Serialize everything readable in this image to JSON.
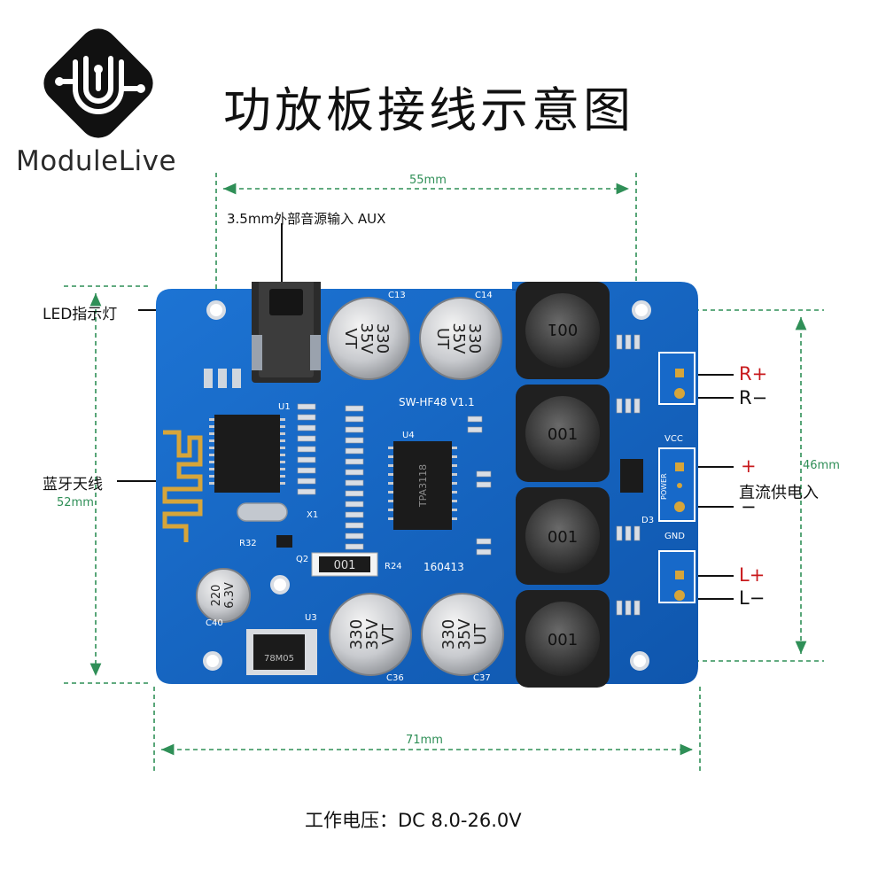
{
  "brand": {
    "name_part1": "Module",
    "name_part2": "Live"
  },
  "title": "功放板接线示意图",
  "labels": {
    "aux": "3.5mm外部音源输入 AUX",
    "led": "LED指示灯",
    "bt_antenna": "蓝牙天线",
    "r_plus": "R+",
    "r_minus": "R−",
    "vcc_plus": "+",
    "dc_in": "直流供电入",
    "vcc_minus": "−",
    "l_plus": "L+",
    "l_minus": "L−"
  },
  "dimensions": {
    "top_width": "55mm",
    "bottom_width": "71mm",
    "right_height": "46mm",
    "left_height": "52mm"
  },
  "board": {
    "cap_top_left": [
      "330",
      "35V",
      "VT"
    ],
    "cap_top_right": [
      "330",
      "35V",
      "UT"
    ],
    "cap_bottom_left": [
      "330",
      "35V",
      "VT"
    ],
    "cap_bottom_right": [
      "330",
      "35V",
      "UT"
    ],
    "cap_small": [
      "220",
      "6.3V"
    ],
    "inductor_code": "001",
    "resistor_code": "001",
    "model": "SW-HF48  V1.1",
    "chip_amp": "TPA3118",
    "regulator": "78M05",
    "date_code": "160413",
    "silk_vcc": "VCC",
    "silk_gnd": "GND",
    "silk_power": "POWER",
    "silk_u1": "U1",
    "silk_u3": "U3",
    "silk_u4": "U4",
    "silk_x1": "X1",
    "silk_q2": "Q2",
    "silk_c13": "C13",
    "silk_c14": "C14",
    "silk_c36": "C36",
    "silk_c37": "C37",
    "silk_c40": "C40",
    "silk_d3": "D3",
    "silk_r24": "R24",
    "silk_r32": "R32"
  },
  "colors": {
    "pcb": "#1769c9",
    "pcb_dark": "#0f4fa3",
    "dimension": "#2f8f57",
    "accent_red": "#c8191c",
    "pad_gold": "#d6a53a"
  },
  "footer": "工作电压：DC 8.0-26.0V"
}
